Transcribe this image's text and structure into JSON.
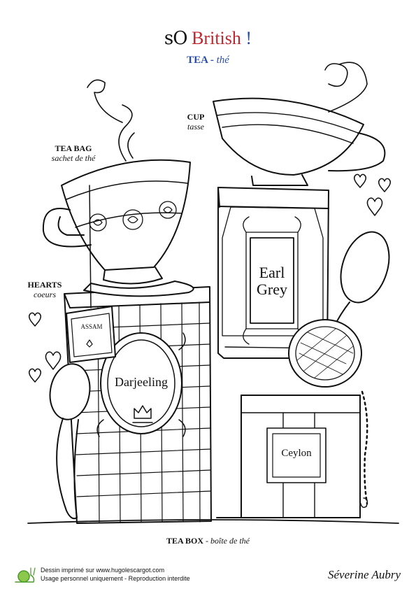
{
  "header": {
    "title_so": "sO",
    "title_british": "British",
    "title_bang": "!",
    "subtitle_en": "TEA",
    "subtitle_sep": " - ",
    "subtitle_fr": "thé"
  },
  "labels": {
    "cup": {
      "en": "CUP",
      "fr": "tasse"
    },
    "tea_bag": {
      "en": "TEA BAG",
      "fr": "sachet de thé"
    },
    "hearts": {
      "en": "HEARTS",
      "fr": "coeurs"
    },
    "tea_box": {
      "en": "TEA BOX",
      "sep": " - ",
      "fr": "boîte de thé"
    }
  },
  "tins": {
    "earl_grey_line1": "Earl",
    "earl_grey_line2": "Grey",
    "darjeeling": "Darjeeling",
    "ceylon": "Ceylon",
    "assam": "ASSAM"
  },
  "footer": {
    "line1": "Dessin imprimé sur www.hugolescargot.com",
    "line2": "Usage personnel uniquement - Reproduction interdite",
    "signature": "Séverine Aubry"
  },
  "icons": [
    "snail-logo-icon",
    "heart-icon",
    "crown-icon",
    "rose-icon",
    "spoon-icon",
    "tea-strainer-icon"
  ]
}
